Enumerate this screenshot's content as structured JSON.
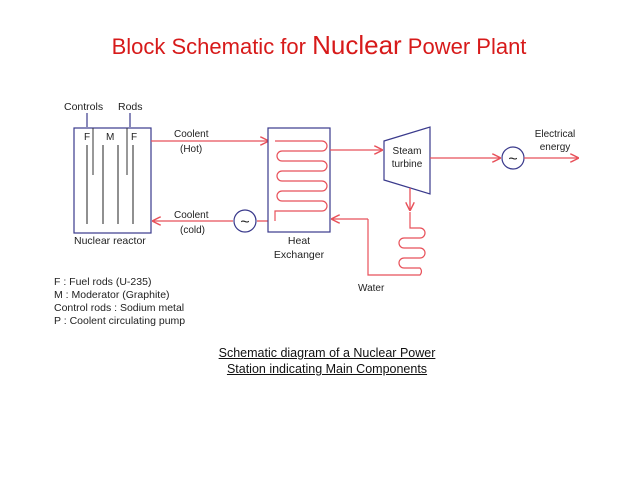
{
  "title": {
    "prefix": "Block Schematic for ",
    "emphasis": "Nuclear",
    "suffix": " Power Plant"
  },
  "diagram": {
    "reactor": {
      "controls_label": "Controls",
      "rods_label": "Rods",
      "rod_f_left": "F",
      "rod_m": "M",
      "rod_f_right": "F",
      "name": "Nuclear reactor"
    },
    "coolant_hot": {
      "line1": "Coolent",
      "line2": "(Hot)"
    },
    "coolant_cold": {
      "line1": "Coolent",
      "line2": "(cold)"
    },
    "pump_symbol": "~",
    "heat_exchanger": {
      "line1": "Heat",
      "line2": "Exchanger"
    },
    "steam_turbine": {
      "line1": "Steam",
      "line2": "turbine"
    },
    "generator_symbol": "~",
    "electrical_energy": {
      "line1": "Electrical",
      "line2": "energy"
    },
    "water_label": "Water"
  },
  "legend": [
    "F  :  Fuel rods (U-235)",
    "M  :  Moderator (Graphite)",
    "Control rods  :  Sodium metal",
    "P  :  Coolent circulating pump"
  ],
  "caption": {
    "line1": "Schematic diagram of a Nuclear Power",
    "line2": "Station indicating Main Components"
  },
  "colors": {
    "title": "#d71a1a",
    "pipe": "#e8515a",
    "outline": "#3a3a8c",
    "text": "#222222"
  }
}
